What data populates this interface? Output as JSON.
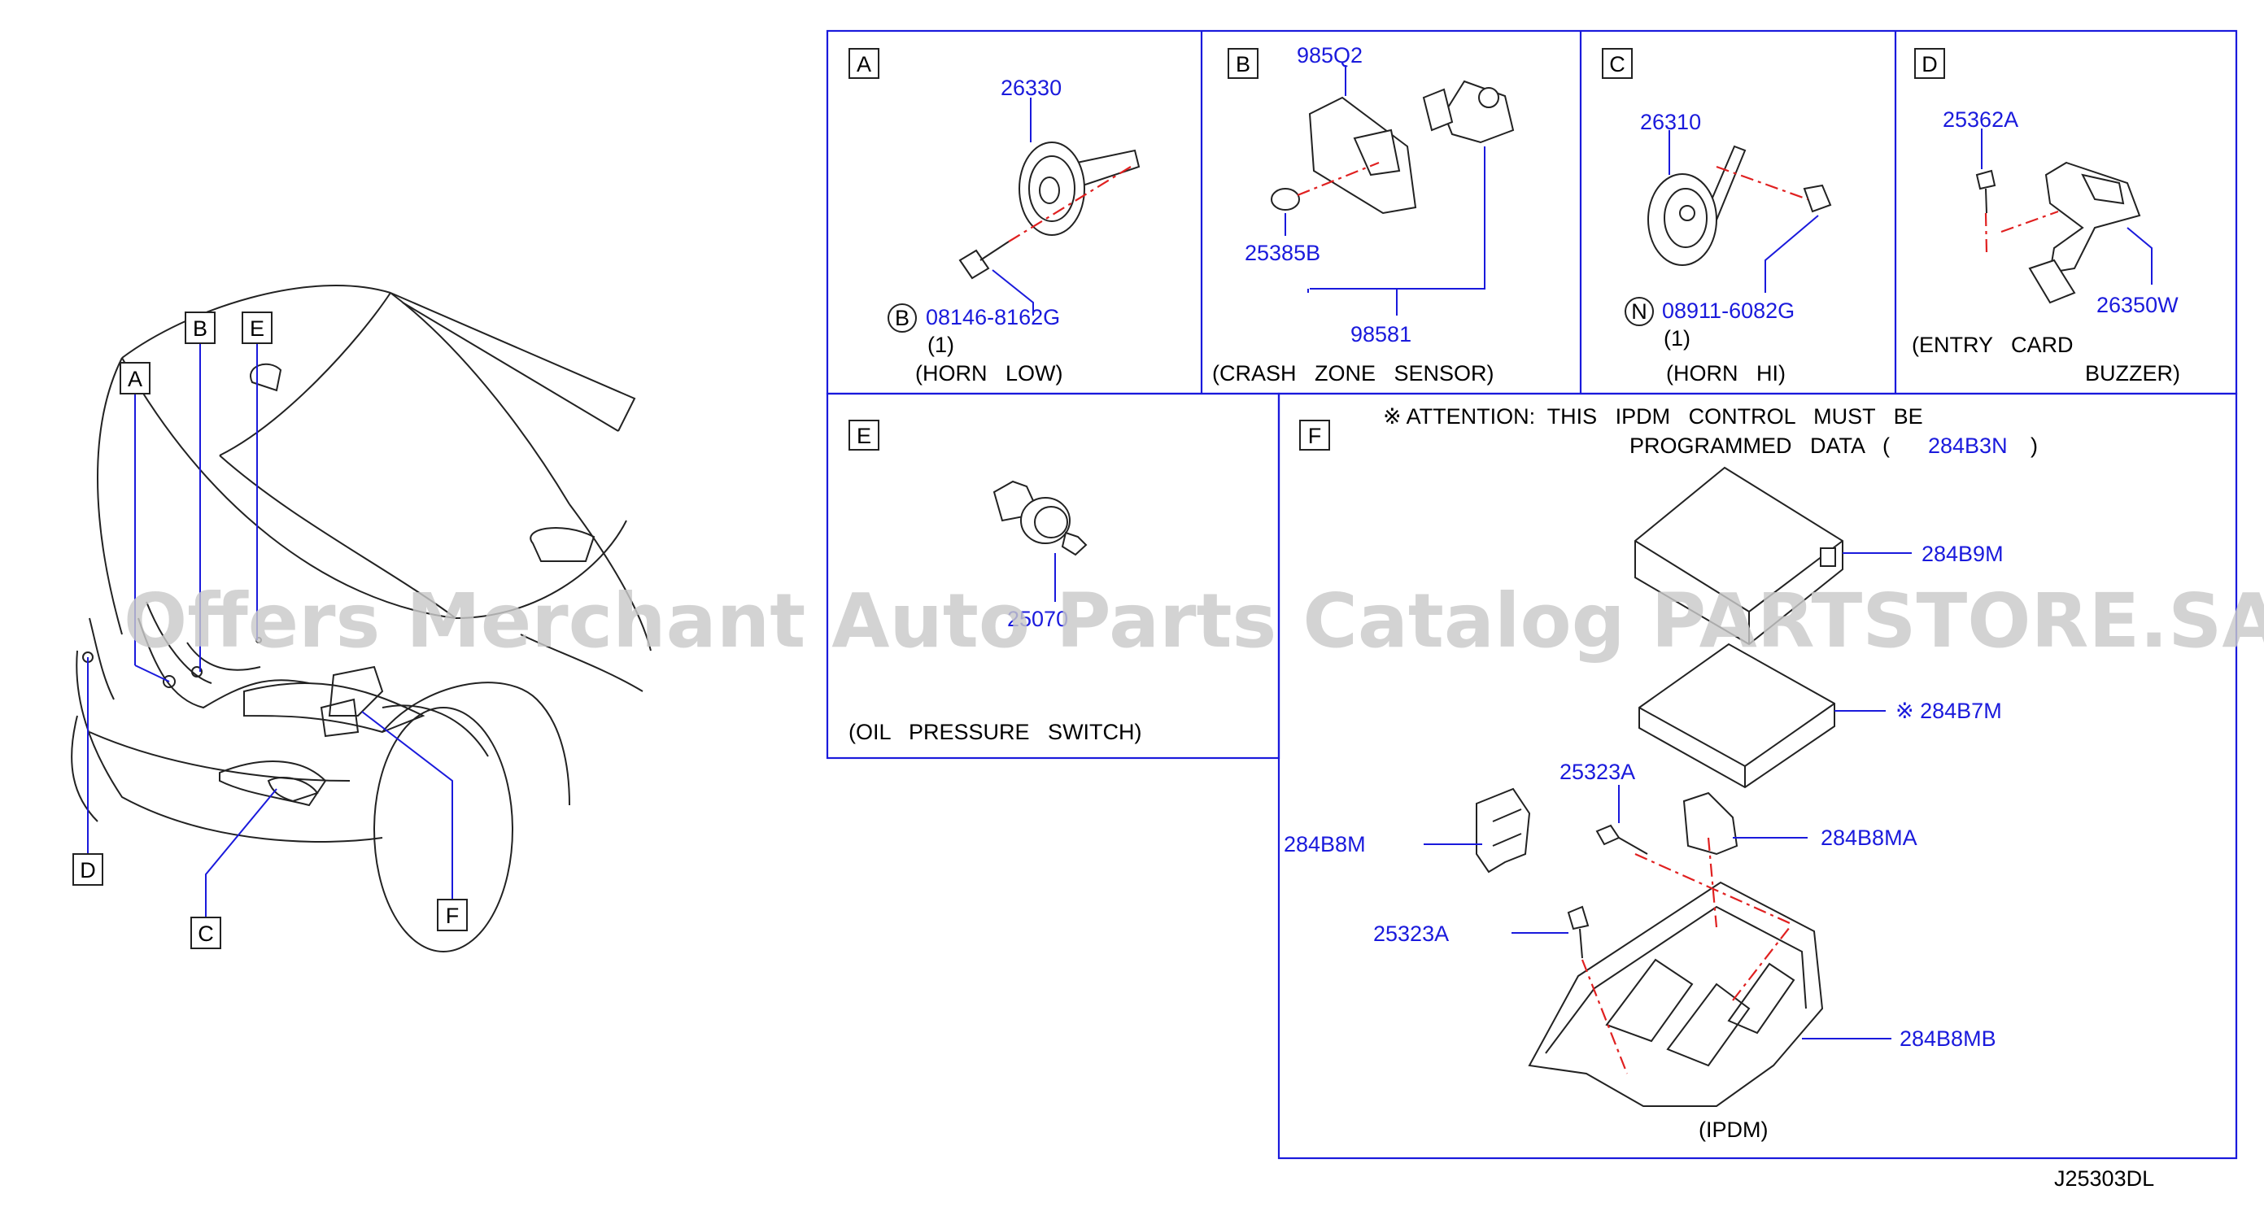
{
  "accent_color": "#1a1adc",
  "leader_color": "#e02020",
  "vehicle_callouts": [
    "A",
    "B",
    "E",
    "D",
    "C",
    "F"
  ],
  "panels": {
    "A": {
      "letter": "A",
      "parts": [
        "26330",
        "08146-8162G"
      ],
      "circle_mark": "B",
      "qty": "(1)",
      "caption": "(HORN   LOW)"
    },
    "B": {
      "letter": "B",
      "parts": [
        "985Q2",
        "25385B",
        "98581"
      ],
      "caption": "(CRASH   ZONE   SENSOR)"
    },
    "C": {
      "letter": "C",
      "parts": [
        "26310",
        "08911-6082G"
      ],
      "circle_mark": "N",
      "qty": "(1)",
      "caption": "(HORN   HI)"
    },
    "D": {
      "letter": "D",
      "parts": [
        "25362A",
        "26350W"
      ],
      "caption_line1": "(ENTRY   CARD",
      "caption_line2": "BUZZER)"
    },
    "E": {
      "letter": "E",
      "parts": [
        "25070"
      ],
      "caption": "(OIL   PRESSURE   SWITCH)"
    },
    "F": {
      "letter": "F",
      "attention_line1": "※ ATTENTION:  THIS   IPDM   CONTROL   MUST   BE",
      "attention_line2": "PROGRAMMED   DATA   (",
      "attention_part": "284B3N",
      "attention_close": ")",
      "parts": [
        "284B9M",
        "※ 284B7M",
        "25323A",
        "284B8M",
        "284B8MA",
        "25323A",
        "284B8MB"
      ],
      "caption": "(IPDM)"
    }
  },
  "diagram_code": "J25303DL",
  "watermark": "Offers Merchant Auto Parts Catalog PARTSTORE.SA"
}
